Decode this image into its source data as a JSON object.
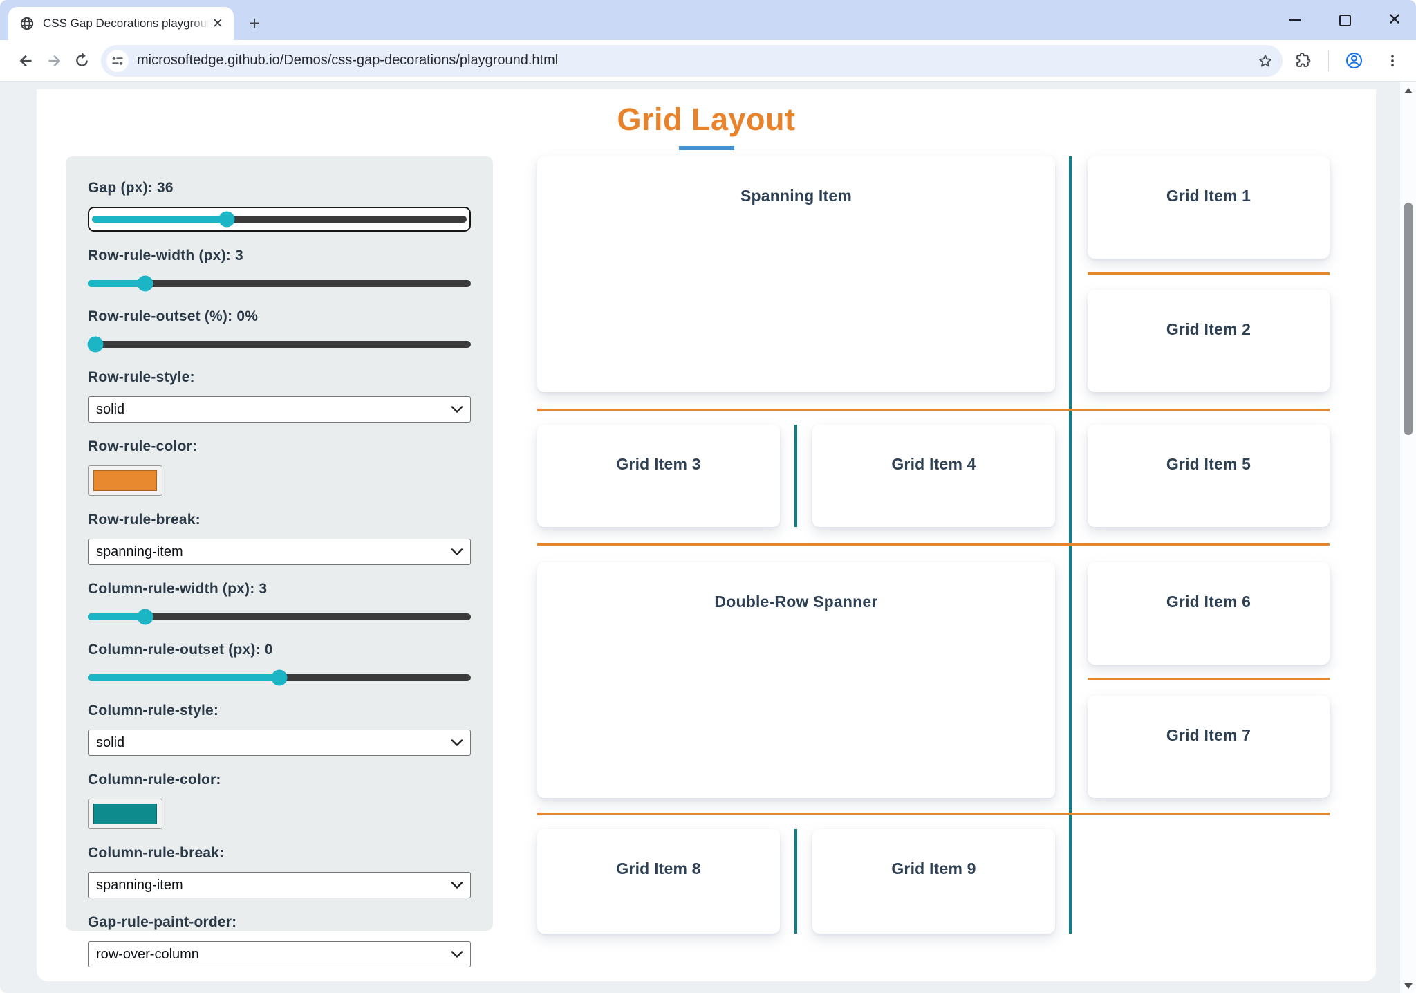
{
  "window": {
    "controls": {
      "minimize": "minimize",
      "maximize": "maximize",
      "close": "close"
    }
  },
  "browser": {
    "tab": {
      "title": "CSS Gap Decorations playgroun",
      "favicon": "globe-icon",
      "close_icon": "close-icon"
    },
    "new_tab_label": "+",
    "url": "microsoftedge.github.io/Demos/css-gap-decorations/playground.html",
    "toolbar_icons": [
      "back-icon",
      "forward-icon",
      "reload-icon",
      "site-info-icon",
      "bookmark-star-icon",
      "extensions-icon",
      "profile-icon",
      "menu-kebab-icon"
    ]
  },
  "page": {
    "title": "Grid Layout",
    "title_color": "#e8832c",
    "underline_color": "#4191d6"
  },
  "sidebar": {
    "controls": [
      {
        "type": "slider",
        "label": "Gap (px): 36",
        "percent": 36,
        "focused": true
      },
      {
        "type": "slider",
        "label": "Row-rule-width (px): 3",
        "percent": 15
      },
      {
        "type": "slider",
        "label": "Row-rule-outset (%): 0%",
        "percent": 2
      },
      {
        "type": "select",
        "label": "Row-rule-style:",
        "value": "solid"
      },
      {
        "type": "color",
        "label": "Row-rule-color:",
        "value": "#e8892f"
      },
      {
        "type": "select",
        "label": "Row-rule-break:",
        "value": "spanning-item"
      },
      {
        "type": "slider",
        "label": "Column-rule-width (px): 3",
        "percent": 15
      },
      {
        "type": "slider",
        "label": "Column-rule-outset (px): 0",
        "percent": 50
      },
      {
        "type": "select",
        "label": "Column-rule-style:",
        "value": "solid"
      },
      {
        "type": "color",
        "label": "Column-rule-color:",
        "value": "#0e8b8d"
      },
      {
        "type": "select",
        "label": "Column-rule-break:",
        "value": "spanning-item"
      },
      {
        "type": "select",
        "label": "Gap-rule-paint-order:",
        "value": "row-over-column"
      }
    ],
    "slider_accent": "#1bb5c6"
  },
  "grid": {
    "row_rule_color": "#e5872d",
    "column_rule_color": "#0d7f86",
    "items": [
      {
        "label": "Spanning Item",
        "col": 0,
        "row": 0,
        "colspan": 2,
        "rowspan": 2
      },
      {
        "label": "Grid Item 1",
        "col": 2,
        "row": 0,
        "colspan": 1,
        "rowspan": 1
      },
      {
        "label": "Grid Item 2",
        "col": 2,
        "row": 1,
        "colspan": 1,
        "rowspan": 1
      },
      {
        "label": "Grid Item 3",
        "col": 0,
        "row": 2,
        "colspan": 1,
        "rowspan": 1
      },
      {
        "label": "Grid Item 4",
        "col": 1,
        "row": 2,
        "colspan": 1,
        "rowspan": 1
      },
      {
        "label": "Grid Item 5",
        "col": 2,
        "row": 2,
        "colspan": 1,
        "rowspan": 1
      },
      {
        "label": "Double-Row Spanner",
        "col": 0,
        "row": 3,
        "colspan": 2,
        "rowspan": 2
      },
      {
        "label": "Grid Item 6",
        "col": 2,
        "row": 3,
        "colspan": 1,
        "rowspan": 1
      },
      {
        "label": "Grid Item 7",
        "col": 2,
        "row": 4,
        "colspan": 1,
        "rowspan": 1
      },
      {
        "label": "Grid Item 8",
        "col": 0,
        "row": 5,
        "colspan": 1,
        "rowspan": 1
      },
      {
        "label": "Grid Item 9",
        "col": 1,
        "row": 5,
        "colspan": 1,
        "rowspan": 1
      }
    ]
  }
}
